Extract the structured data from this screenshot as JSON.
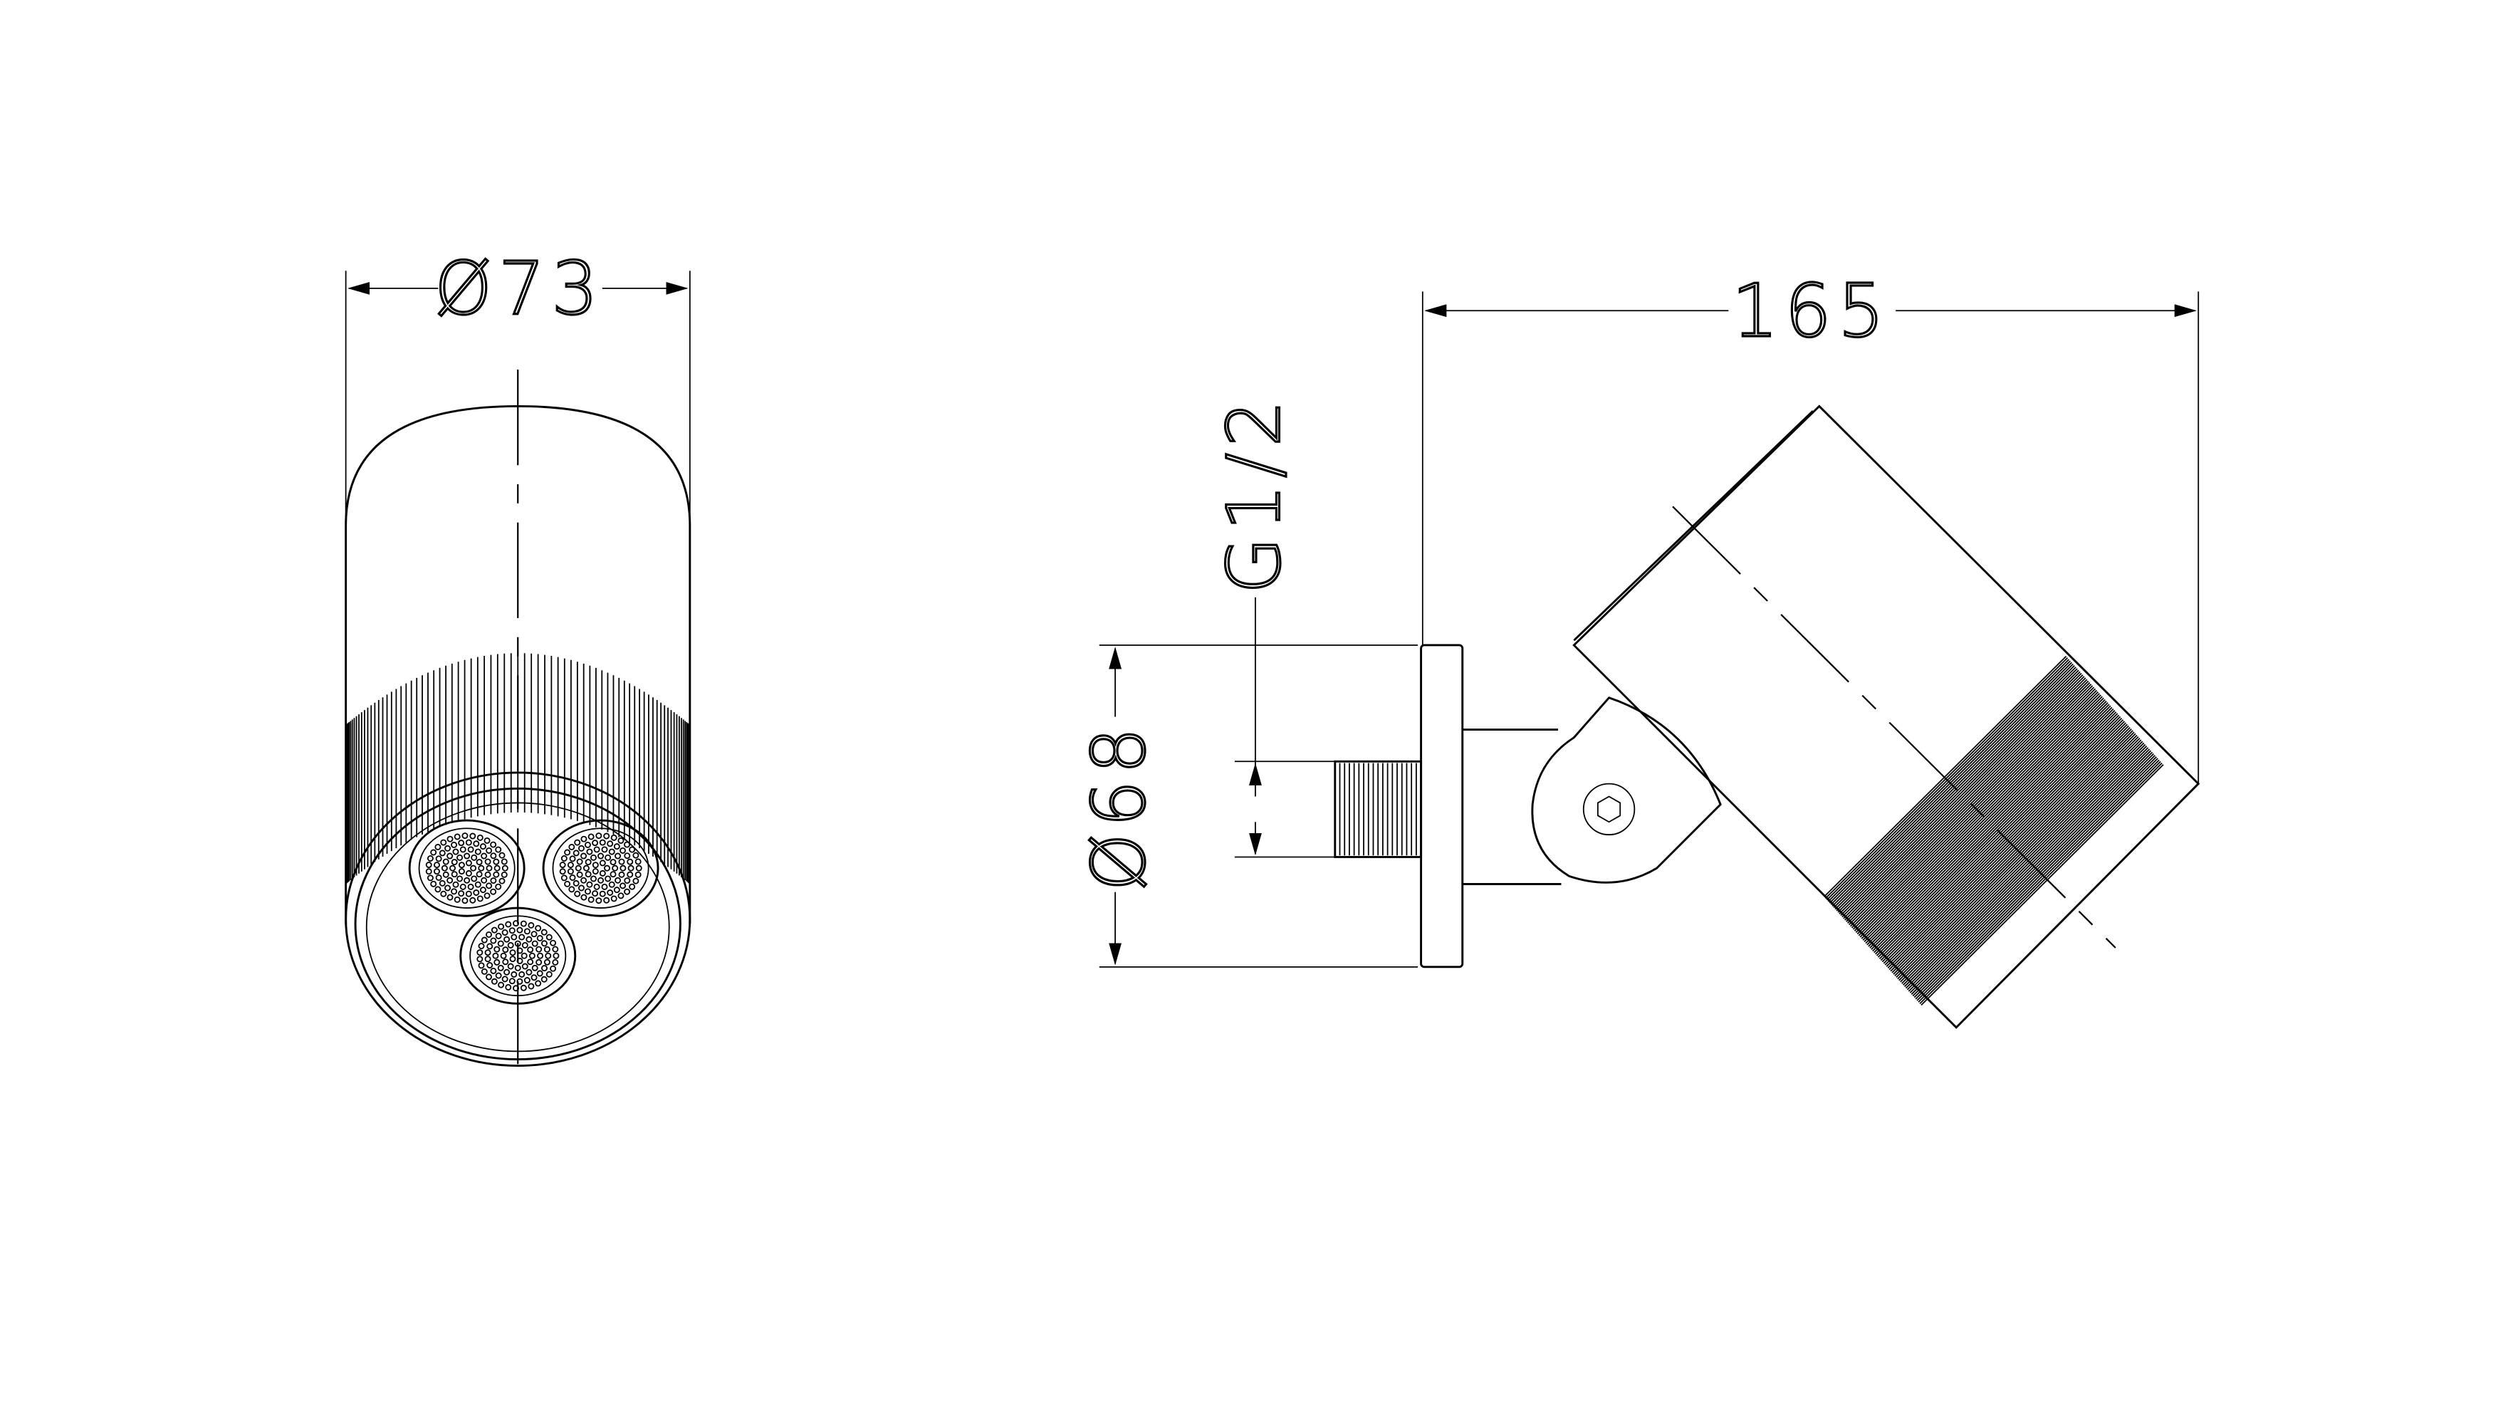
{
  "drawing": {
    "front_view": {
      "diameter_label": "Ø73"
    },
    "side_view": {
      "length_label": "165",
      "flange_diameter_label": "Ø68",
      "thread_label": "G1/2"
    }
  }
}
